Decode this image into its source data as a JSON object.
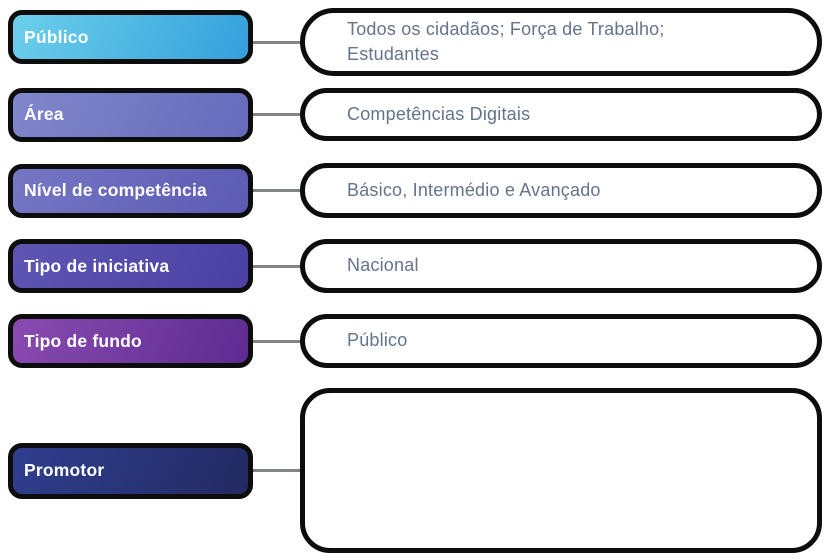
{
  "diagram": {
    "title": "Initiative attributes diagram",
    "colors": {
      "background": "#ffffff",
      "border": "#0d0d0d",
      "label_text": "#ffffff",
      "value_text": "#64748b",
      "connector": "#7f8487"
    },
    "rows": [
      {
        "id": "publico",
        "label": "Público",
        "value": "Todos os cidadãos; Força de Trabalho;\nEstudantes",
        "label_bg_from": "#6ccfeb",
        "label_bg_to": "#34a0dc"
      },
      {
        "id": "area",
        "label": "Área",
        "value": "Competências Digitais",
        "label_bg_from": "#8187cb",
        "label_bg_to": "#666bbb"
      },
      {
        "id": "nivel-de-competencia",
        "label": "Nível de competência",
        "value": "Básico, Intermédio e Avançado",
        "label_bg_from": "#7577c4",
        "label_bg_to": "#5c5ab3"
      },
      {
        "id": "tipo-de-iniciativa",
        "label": "Tipo de iniciativa",
        "value": "Nacional",
        "label_bg_from": "#5e56b3",
        "label_bg_to": "#4a41a3"
      },
      {
        "id": "tipo-de-fundo",
        "label": "Tipo de fundo",
        "value": "Público",
        "label_bg_from": "#8a4bb0",
        "label_bg_to": "#5c2b91"
      },
      {
        "id": "promotor",
        "label": "Promotor",
        "value": "",
        "label_bg_from": "#2f3f8f",
        "label_bg_to": "#232a62"
      }
    ]
  }
}
